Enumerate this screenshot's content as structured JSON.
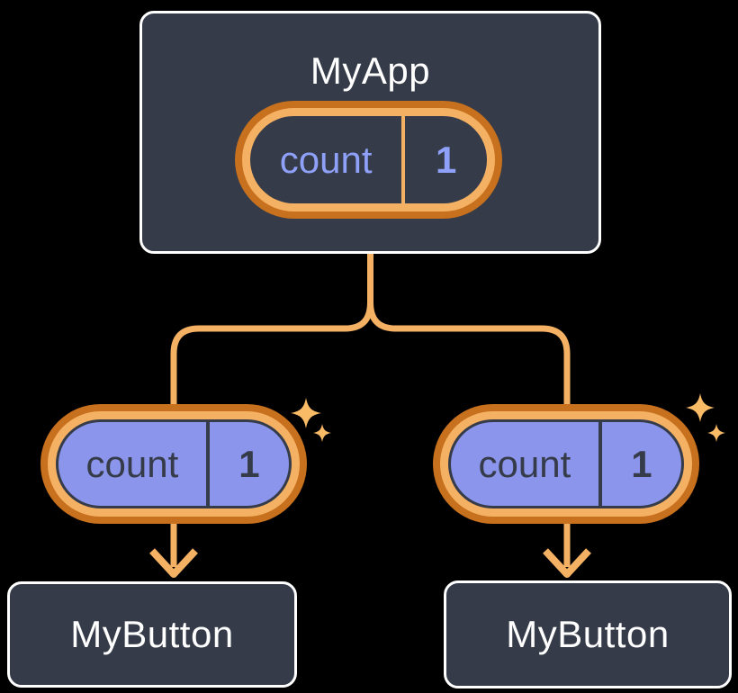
{
  "diagram": {
    "root": {
      "label": "MyApp",
      "state": {
        "name": "count",
        "value": "1"
      }
    },
    "child_left": {
      "label": "MyButton",
      "state": {
        "name": "count",
        "value": "1"
      }
    },
    "child_right": {
      "label": "MyButton",
      "state": {
        "name": "count",
        "value": "1"
      }
    }
  },
  "icons": {
    "sparkle": "four-point-star, drawn beside each state pill to mark newly set state"
  },
  "colors": {
    "background": "#000000",
    "node_fill": "#353B48",
    "node_border": "#FFFFFF",
    "orange_light": "#F5B163",
    "orange_dark": "#C7701E",
    "orange_sparkle": "#FABB66",
    "purple_fill": "#8B95EB",
    "purple_text": "#8EA0F8",
    "slate_text": "#353B48"
  }
}
